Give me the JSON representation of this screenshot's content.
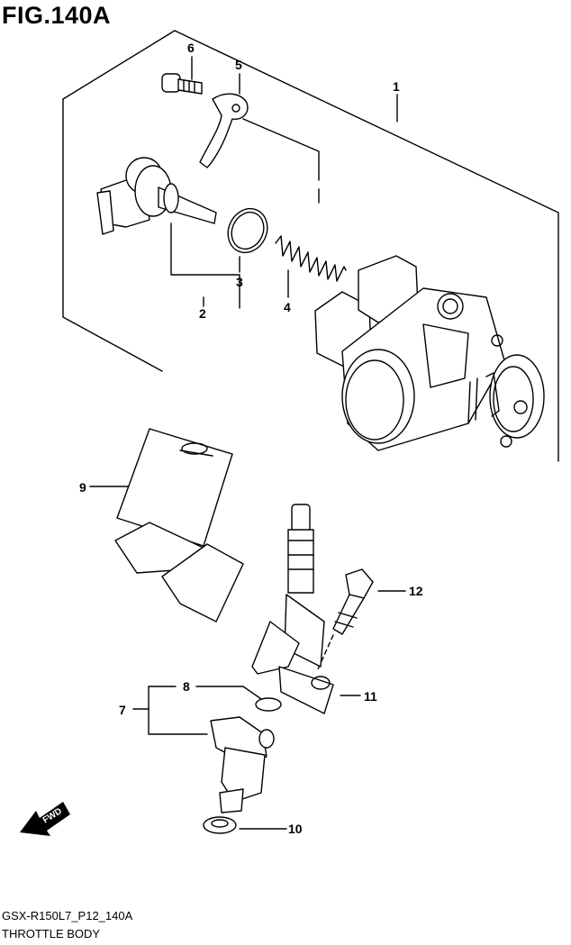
{
  "figure": {
    "title": "FIG.140A",
    "model_code": "GSX-R150L7_P12_140A",
    "caption": "THROTTLE BODY"
  },
  "callouts": [
    "1",
    "2",
    "3",
    "4",
    "5",
    "6",
    "7",
    "8",
    "9",
    "10",
    "11",
    "12"
  ],
  "direction": {
    "label": "FWD"
  },
  "colors": {
    "line": "#000000",
    "background": "#ffffff"
  }
}
